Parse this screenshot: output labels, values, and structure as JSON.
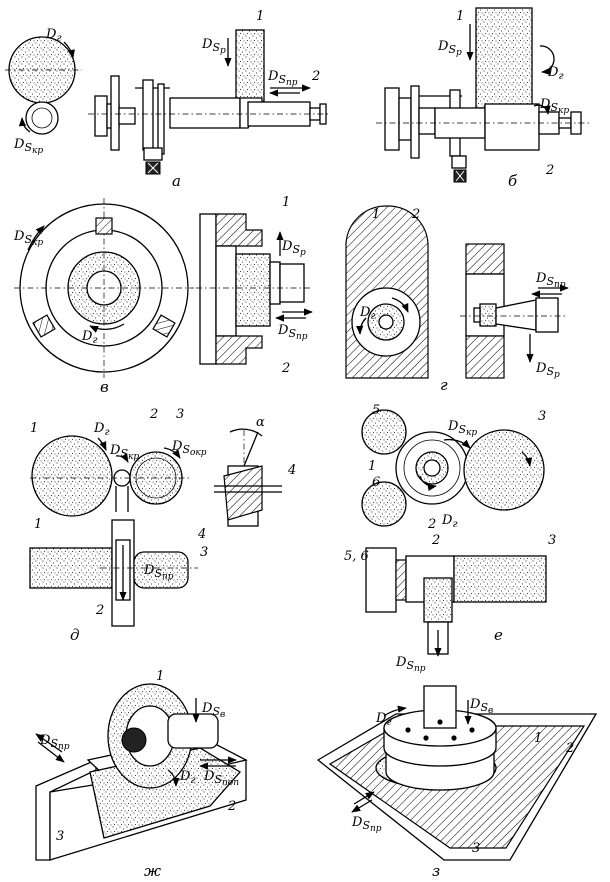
{
  "panels": [
    {
      "id": "a",
      "caption": "а",
      "labels": {
        "n1": "1",
        "n2": "2",
        "dg": "D_г",
        "dsp": "D_Sр",
        "dspr": "D_Sпр",
        "dskr": "D_Sкр"
      }
    },
    {
      "id": "b",
      "caption": "б",
      "labels": {
        "n1": "1",
        "n2": "2",
        "dg": "D_г",
        "dsp": "D_Sр",
        "dskr": "D_Sкр"
      }
    },
    {
      "id": "v",
      "caption": "в",
      "labels": {
        "n1": "1",
        "n2": "2",
        "dg": "D_г",
        "dsp": "D_Sр",
        "dspr": "D_Sпр",
        "dskr": "D_Sкр"
      }
    },
    {
      "id": "g",
      "caption": "г",
      "labels": {
        "n1": "1",
        "n2": "2",
        "dg": "D_г",
        "dsp": "D_Sр",
        "dspr": "D_Sпр"
      }
    },
    {
      "id": "d",
      "caption": "д",
      "labels": {
        "n1": "1",
        "n2": "2",
        "n3": "3",
        "n4": "4",
        "dg": "D_г",
        "dskr": "D_Sкр",
        "dsokr": "D_Sокр",
        "dspr": "D_Sпр",
        "alpha": "α"
      }
    },
    {
      "id": "e",
      "caption": "е",
      "labels": {
        "n1": "1",
        "n2": "2",
        "n3": "3",
        "n5": "5",
        "n6": "6",
        "n56": "5, 6",
        "dg": "D_г",
        "dskr": "D_Sкр",
        "dspr": "D_Sпр"
      }
    },
    {
      "id": "zh",
      "caption": "ж",
      "labels": {
        "n1": "1",
        "n2": "2",
        "n3": "3",
        "dg": "D_г",
        "dsv": "D_Sв",
        "dspr": "D_Sпр",
        "dspop": "D_Sпоп"
      }
    },
    {
      "id": "z",
      "caption": "з",
      "labels": {
        "n1": "1",
        "n2": "2",
        "n3": "3",
        "dg": "D_г",
        "dsv": "D_Sв",
        "dspr": "D_Sпр"
      }
    }
  ],
  "subscripts": {
    "r": "р",
    "pr": "пр",
    "kr": "кр",
    "okr": "окр",
    "v": "в",
    "pop": "поп",
    "g": "г"
  },
  "colors": {
    "ink": "#000000",
    "paper": "#ffffff"
  }
}
